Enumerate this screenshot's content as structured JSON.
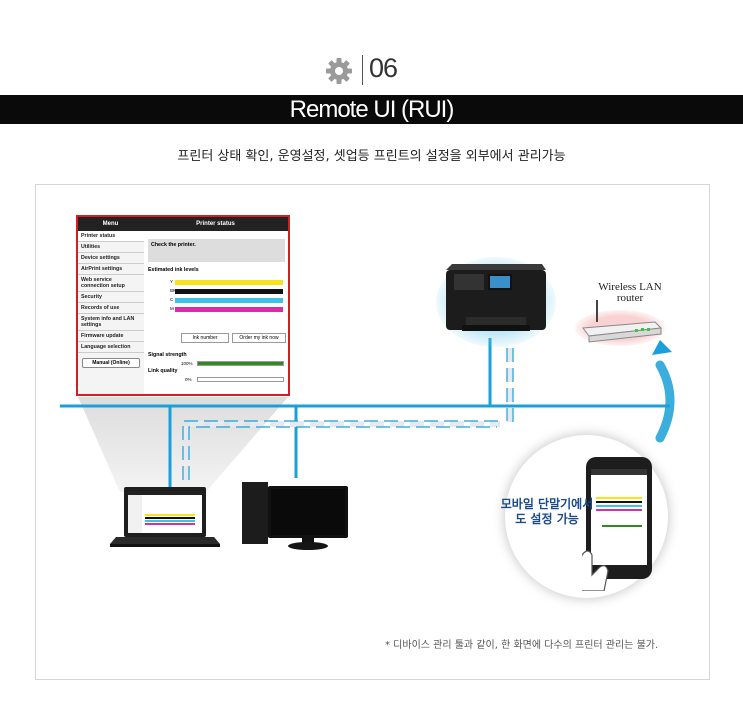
{
  "section": {
    "number": "06",
    "title": "Remote UI (RUI)",
    "subtitle": "프린터 상태 확인, 운영설정, 셋업등 프린트의 설정을 외부에서 관리가능"
  },
  "rui": {
    "menu_header": "Menu",
    "status_header": "Printer status",
    "menu_items": [
      "Printer status",
      "Utilities",
      "Device settings",
      "AirPrint settings",
      "Web service connection setup",
      "Security",
      "Records of use",
      "System info and LAN settings",
      "Firmware update",
      "Language selection"
    ],
    "manual_button": "Manual (Online)",
    "check_text": "Check the printer.",
    "ink_label": "Estimated ink levels",
    "ink_rows": [
      {
        "label": "Y",
        "color": "#f7e21b"
      },
      {
        "label": "BK",
        "color": "#111111"
      },
      {
        "label": "C",
        "color": "#3ec3e8"
      },
      {
        "label": "M",
        "color": "#d62ea8"
      }
    ],
    "ink_number_button": "Ink number",
    "order_button": "Order my ink now",
    "signal_label": "Signal strength",
    "signal_value": "100%",
    "signal_color": "#2e8b1d",
    "link_label": "Link quality",
    "link_value": "0%"
  },
  "router": {
    "label": "Wireless LAN router"
  },
  "mobile": {
    "label": "모바일 단말기에서도 설정 가능"
  },
  "footnote": "* 디바이스 관리 툴과 같이, 한 화면에 다수의 프린터 관리는 불가.",
  "colors": {
    "network": "#1aa0d8",
    "accent_red": "#d21f26",
    "title_bg": "#0a0a0a"
  }
}
